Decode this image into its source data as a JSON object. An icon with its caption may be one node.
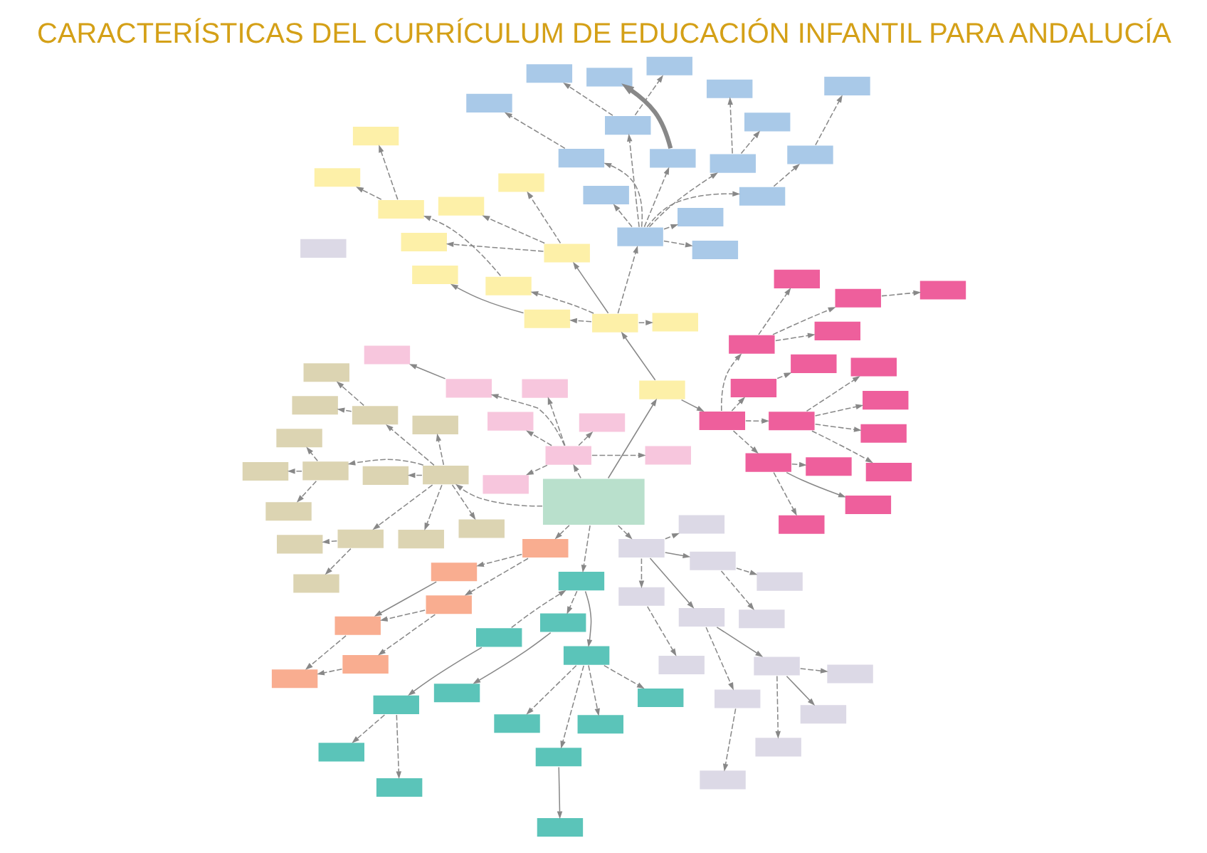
{
  "diagram": {
    "title": "CARACTERÍSTICAS DEL CURRÍCULUM DE EDUCACIÓN INFANTIL PARA ANDALUCÍA",
    "nodes": [
      {
        "text": [],
        "shape": "box"
      },
      {
        "text": [],
        "shape": "box"
      },
      {
        "text": [],
        "shape": "box"
      },
      {
        "text": [],
        "shape": "box"
      },
      {
        "text": [],
        "shape": "box"
      },
      {
        "text": [],
        "shape": "box"
      },
      {
        "text": [],
        "shape": "box"
      },
      {
        "text": [],
        "shape": "box"
      },
      {
        "text": [],
        "shape": "box"
      },
      {
        "text": [],
        "shape": "box"
      },
      {
        "text": [],
        "shape": "box"
      },
      {
        "text": [],
        "shape": "box"
      },
      {
        "text": [],
        "shape": "box"
      },
      {
        "text": [],
        "shape": "box"
      },
      {
        "text": [],
        "shape": "box"
      },
      {
        "text": [],
        "shape": "box"
      },
      {
        "text": [],
        "shape": "box"
      },
      {
        "text": [],
        "shape": "box"
      },
      {
        "text": [],
        "shape": "box"
      },
      {
        "text": [],
        "shape": "box"
      },
      {
        "text": [],
        "shape": "box"
      },
      {
        "text": [],
        "shape": "box"
      },
      {
        "text": [],
        "shape": "box"
      },
      {
        "text": [],
        "shape": "box"
      },
      {
        "text": [],
        "shape": "box"
      },
      {
        "text": [],
        "shape": "box"
      },
      {
        "text": [],
        "shape": "box"
      },
      {
        "text": [],
        "shape": "box"
      },
      {
        "text": [],
        "shape": "box"
      },
      {
        "text": [],
        "shape": "box"
      },
      {
        "text": [],
        "shape": "box"
      },
      {
        "text": [],
        "shape": "box"
      },
      {
        "text": [],
        "shape": "box"
      },
      {
        "text": [],
        "shape": "box"
      },
      {
        "text": [],
        "shape": "box"
      },
      {
        "text": [],
        "shape": "box"
      },
      {
        "text": [],
        "shape": "box"
      },
      {
        "text": [],
        "shape": "box"
      },
      {
        "text": [],
        "shape": "box"
      },
      {
        "text": [],
        "shape": "box"
      },
      {
        "text": [],
        "shape": "box"
      },
      {
        "text": [],
        "shape": "box"
      },
      {
        "text": [],
        "shape": "box"
      },
      {
        "text": [],
        "shape": "box"
      },
      {
        "text": [],
        "shape": "box"
      },
      {
        "text": [],
        "shape": "box"
      },
      {
        "text": [],
        "shape": "box"
      },
      {
        "text": [],
        "shape": "box"
      },
      {
        "text": [],
        "shape": "box"
      },
      {
        "text": [],
        "shape": "box"
      },
      {
        "text": [],
        "shape": "box"
      },
      {
        "text": [],
        "shape": "box"
      },
      {
        "text": [],
        "shape": "box"
      },
      {
        "text": [],
        "shape": "box"
      },
      {
        "text": [],
        "shape": "box"
      },
      {
        "text": [],
        "shape": "box"
      },
      {
        "text": [],
        "shape": "box"
      },
      {
        "text": [],
        "shape": "box"
      },
      {
        "text": [],
        "shape": "box"
      },
      {
        "text": [],
        "shape": "box"
      },
      {
        "text": [],
        "shape": "box"
      },
      {
        "text": [],
        "shape": "box"
      },
      {
        "text": [],
        "shape": "box"
      },
      {
        "text": [],
        "shape": "box"
      },
      {
        "text": [],
        "shape": "box"
      },
      {
        "text": [],
        "shape": "box"
      },
      {
        "text": [],
        "shape": "box"
      },
      {
        "text": [],
        "shape": "box"
      },
      {
        "text": [],
        "shape": "box"
      },
      {
        "text": [],
        "shape": "box"
      },
      {
        "text": [],
        "shape": "box"
      },
      {
        "text": [],
        "shape": "box"
      },
      {
        "text": [],
        "shape": "box"
      },
      {
        "text": [],
        "shape": "box"
      },
      {
        "text": [],
        "shape": "box"
      },
      {
        "text": [],
        "shape": "box"
      },
      {
        "text": [],
        "shape": "box"
      },
      {
        "text": [],
        "shape": "box"
      },
      {
        "text": [],
        "shape": "box"
      },
      {
        "text": [],
        "shape": "box"
      },
      {
        "text": [],
        "shape": "box"
      },
      {
        "text": [],
        "shape": "box"
      },
      {
        "text": [],
        "shape": "box"
      },
      {
        "text": [],
        "shape": "box"
      },
      {
        "text": [],
        "shape": "box"
      },
      {
        "text": [],
        "shape": "box"
      },
      {
        "text": [],
        "shape": "box"
      },
      {
        "text": [],
        "shape": "box"
      },
      {
        "text": [],
        "shape": "box"
      },
      {
        "text": [],
        "shape": "box"
      },
      {
        "text": [],
        "shape": "box"
      },
      {
        "text": [],
        "shape": "box"
      },
      {
        "text": [],
        "shape": "box"
      },
      {
        "text": [],
        "shape": "box"
      },
      {
        "text": [],
        "shape": "box"
      },
      {
        "text": [],
        "shape": "box"
      },
      {
        "text": [],
        "shape": "box"
      },
      {
        "text": [],
        "shape": "box"
      },
      {
        "text": [],
        "shape": "box"
      },
      {
        "text": [],
        "shape": "box"
      },
      {
        "text": [],
        "shape": "box"
      },
      {
        "text": [],
        "shape": "box"
      },
      {
        "text": [],
        "shape": "box"
      },
      {
        "text": [],
        "shape": "box"
      },
      {
        "text": [],
        "shape": "box"
      }
    ],
    "edges": [
      {
        "from": 0,
        "to": 1,
        "arrow": "to",
        "style": "dashed"
      },
      {
        "from": 1,
        "to": 2,
        "arrow": "to"
      },
      {
        "from": 2,
        "to": 3,
        "arrow": "to"
      },
      {
        "from": 3,
        "to": 13,
        "arrow": "to",
        "style": "dashed"
      },
      {
        "from": 3,
        "to": 14,
        "arrow": "to"
      },
      {
        "from": 3,
        "to": 15,
        "arrow": "to",
        "style": "dashed"
      },
      {
        "from": 2,
        "to": 11,
        "arrow": "to",
        "style": "dashed"
      },
      {
        "from": 11,
        "to": 12,
        "arrow": "to",
        "style": "dashed"
      },
      {
        "from": 1,
        "to": 7,
        "arrow": "to",
        "style": "dashed"
      },
      {
        "from": 7,
        "to": 6,
        "arrow": "to",
        "style": "dashed"
      },
      {
        "from": 1,
        "to": 8,
        "arrow": "to"
      },
      {
        "from": 8,
        "to": 9,
        "arrow": "to",
        "style": "dashed"
      },
      {
        "from": 8,
        "to": 10,
        "arrow": "to",
        "style": "dashed"
      },
      {
        "from": 1,
        "to": 5,
        "arrow": "to",
        "style": "dashed"
      },
      {
        "from": 0,
        "to": 16,
        "arrow": "to",
        "style": "dashed"
      },
      {
        "from": 16,
        "to": 17,
        "arrow": "to",
        "style": "dashed"
      },
      {
        "from": 16,
        "to": 18,
        "arrow": "to",
        "style": "dashed"
      },
      {
        "from": 16,
        "to": 24,
        "arrow": "to",
        "style": "dashed"
      },
      {
        "from": 16,
        "to": 25,
        "arrow": "to",
        "style": "dashed"
      },
      {
        "from": 16,
        "to": 26,
        "arrow": "to",
        "style": "dashed"
      },
      {
        "from": 16,
        "to": 27,
        "arrow": "to",
        "style": "dashed"
      },
      {
        "from": 16,
        "to": 28,
        "arrow": "to",
        "style": "dashed"
      },
      {
        "from": 18,
        "to": 19,
        "arrow": "to",
        "style": "dashed"
      },
      {
        "from": 18,
        "to": 20,
        "arrow": "to",
        "style": "dashed"
      },
      {
        "from": 18,
        "to": 21,
        "arrow": "to",
        "style": "dashed"
      },
      {
        "from": 24,
        "to": 22,
        "arrow": "to",
        "style": "dashed"
      },
      {
        "from": 24,
        "to": 23,
        "arrow": "to",
        "style": "dashed"
      },
      {
        "from": 28,
        "to": 29,
        "arrow": "to",
        "style": "dashed"
      },
      {
        "from": 28,
        "to": 30,
        "arrow": "to",
        "style": "dashed"
      },
      {
        "from": 0,
        "to": 31,
        "arrow": "to"
      },
      {
        "from": 31,
        "to": 32,
        "arrow": "to"
      },
      {
        "from": 32,
        "to": 33,
        "arrow": "to"
      },
      {
        "from": 33,
        "to": 34,
        "arrow": "to",
        "style": "dashed"
      },
      {
        "from": 33,
        "to": 35,
        "arrow": "to",
        "style": "dashed"
      },
      {
        "from": 33,
        "to": 36,
        "arrow": "to",
        "style": "dashed"
      },
      {
        "from": 32,
        "to": 37,
        "arrow": "to",
        "style": "dashed"
      },
      {
        "from": 37,
        "to": 40,
        "arrow": "to",
        "style": "dashed"
      },
      {
        "from": 40,
        "to": 41,
        "arrow": "to",
        "style": "dashed"
      },
      {
        "from": 40,
        "to": 42,
        "arrow": "to",
        "style": "dashed"
      },
      {
        "from": 32,
        "to": 38,
        "arrow": "to",
        "style": "dashed"
      },
      {
        "from": 38,
        "to": 39,
        "arrow": "to"
      },
      {
        "from": 32,
        "to": 43,
        "arrow": "to",
        "style": "dashed"
      },
      {
        "from": 32,
        "to": 44,
        "arrow": "to",
        "style": "dashed"
      },
      {
        "from": 44,
        "to": 45,
        "arrow": "to",
        "style": "dashed"
      },
      {
        "from": 44,
        "to": 47,
        "arrow": "to",
        "style": "dashed"
      },
      {
        "from": 44,
        "to": 50,
        "arrow": "to",
        "style": "dashed"
      },
      {
        "from": 44,
        "to": 53,
        "arrow": "to",
        "style": "dashed"
      },
      {
        "from": 44,
        "to": 54,
        "arrow": "to",
        "style": "dashed"
      },
      {
        "from": 44,
        "to": 56,
        "arrow": "to",
        "style": "dashed"
      },
      {
        "from": 44,
        "to": 57,
        "arrow": "to",
        "style": "dashed"
      },
      {
        "from": 44,
        "to": 60,
        "arrow": "to",
        "style": "dashed"
      },
      {
        "from": 45,
        "to": 46,
        "arrow": "to",
        "style": "dashed"
      },
      {
        "from": 47,
        "to": 48,
        "arrow": "to",
        "style": "dashed"
      },
      {
        "from": 48,
        "to": 49,
        "arrow": "to",
        "style": "dashed"
      },
      {
        "from": 50,
        "to": 51,
        "arrow": "to",
        "style": "dashed"
      },
      {
        "from": 50,
        "to": 52,
        "arrow": "to",
        "style": "dashed"
      },
      {
        "from": 54,
        "to": 55,
        "arrow": "to",
        "style": "thick"
      },
      {
        "from": 57,
        "to": 58,
        "arrow": "to",
        "style": "dashed"
      },
      {
        "from": 57,
        "to": 59,
        "arrow": "to",
        "style": "dashed"
      },
      {
        "from": 31,
        "to": 61,
        "arrow": "to"
      },
      {
        "from": 61,
        "to": 62,
        "arrow": "to",
        "style": "dashed"
      },
      {
        "from": 62,
        "to": 63,
        "arrow": "to",
        "style": "dashed"
      },
      {
        "from": 61,
        "to": 67,
        "arrow": "to",
        "style": "dashed"
      },
      {
        "from": 67,
        "to": 64,
        "arrow": "to",
        "style": "dashed"
      },
      {
        "from": 67,
        "to": 65,
        "arrow": "to",
        "style": "dashed"
      },
      {
        "from": 67,
        "to": 66,
        "arrow": "to",
        "style": "dashed"
      },
      {
        "from": 67,
        "to": 68,
        "arrow": "to",
        "style": "dashed"
      },
      {
        "from": 61,
        "to": 69,
        "arrow": "to",
        "style": "dashed"
      },
      {
        "from": 69,
        "to": 70,
        "arrow": "to",
        "style": "dashed"
      },
      {
        "from": 69,
        "to": 72,
        "arrow": "to",
        "style": "dashed"
      },
      {
        "from": 69,
        "to": 73,
        "arrow": "to",
        "style": "dashed"
      },
      {
        "from": 70,
        "to": 71,
        "arrow": "to",
        "style": "dashed"
      },
      {
        "from": 61,
        "to": 74,
        "arrow": "to",
        "style": "dashed"
      },
      {
        "from": 74,
        "to": 75,
        "arrow": "to",
        "style": "dashed"
      },
      {
        "from": 74,
        "to": 76,
        "arrow": "to"
      },
      {
        "from": 74,
        "to": 77,
        "arrow": "to",
        "style": "dashed"
      },
      {
        "from": 0,
        "to": 78,
        "arrow": "to",
        "style": "dashed"
      },
      {
        "from": 78,
        "to": 79,
        "arrow": "to",
        "style": "dashed"
      },
      {
        "from": 79,
        "to": 80,
        "arrow": "to",
        "style": "dashed"
      },
      {
        "from": 79,
        "to": 82,
        "arrow": "to",
        "style": "dashed"
      },
      {
        "from": 78,
        "to": 81,
        "arrow": "to",
        "style": "dashed"
      },
      {
        "from": 81,
        "to": 82,
        "arrow": "to"
      },
      {
        "from": 82,
        "to": 83,
        "arrow": "to",
        "style": "dashed"
      },
      {
        "from": 80,
        "to": 83,
        "arrow": "to",
        "style": "dashed"
      },
      {
        "from": 0,
        "to": 84,
        "arrow": "to",
        "style": "dashed"
      },
      {
        "from": 84,
        "to": 85,
        "arrow": "to",
        "style": "dashed"
      },
      {
        "from": 84,
        "to": 86,
        "arrow": "to",
        "style": "dashed"
      },
      {
        "from": 86,
        "to": 87,
        "arrow": "to"
      },
      {
        "from": 84,
        "to": 88,
        "arrow": "to",
        "style": "dashed"
      },
      {
        "from": 84,
        "to": 89,
        "arrow": "to",
        "style": "dashed"
      },
      {
        "from": 84,
        "to": 90,
        "arrow": "to",
        "style": "dashed"
      },
      {
        "from": 84,
        "to": 91,
        "arrow": "to",
        "style": "dashed"
      },
      {
        "from": 0,
        "to": 92,
        "arrow": "to",
        "style": "dashed"
      },
      {
        "from": 92,
        "to": 93,
        "arrow": "to"
      },
      {
        "from": 93,
        "to": 94,
        "arrow": "to",
        "style": "dashed"
      },
      {
        "from": 93,
        "to": 95,
        "arrow": "to",
        "style": "dashed"
      },
      {
        "from": 93,
        "to": 96,
        "arrow": "to",
        "style": "dashed"
      },
      {
        "from": 93,
        "to": 98,
        "arrow": "to",
        "style": "dashed"
      },
      {
        "from": 96,
        "to": 97,
        "arrow": "to"
      },
      {
        "from": 92,
        "to": 99,
        "arrow": "to",
        "style": "dashed"
      },
      {
        "from": 99,
        "to": 100,
        "arrow": "to"
      },
      {
        "from": 101,
        "to": 92,
        "arrow": "to",
        "style": "dashed"
      },
      {
        "from": 101,
        "to": 102,
        "arrow": "to"
      },
      {
        "from": 102,
        "to": 103,
        "arrow": "to",
        "style": "dashed"
      },
      {
        "from": 102,
        "to": 104,
        "arrow": "to",
        "style": "dashed"
      }
    ]
  }
}
